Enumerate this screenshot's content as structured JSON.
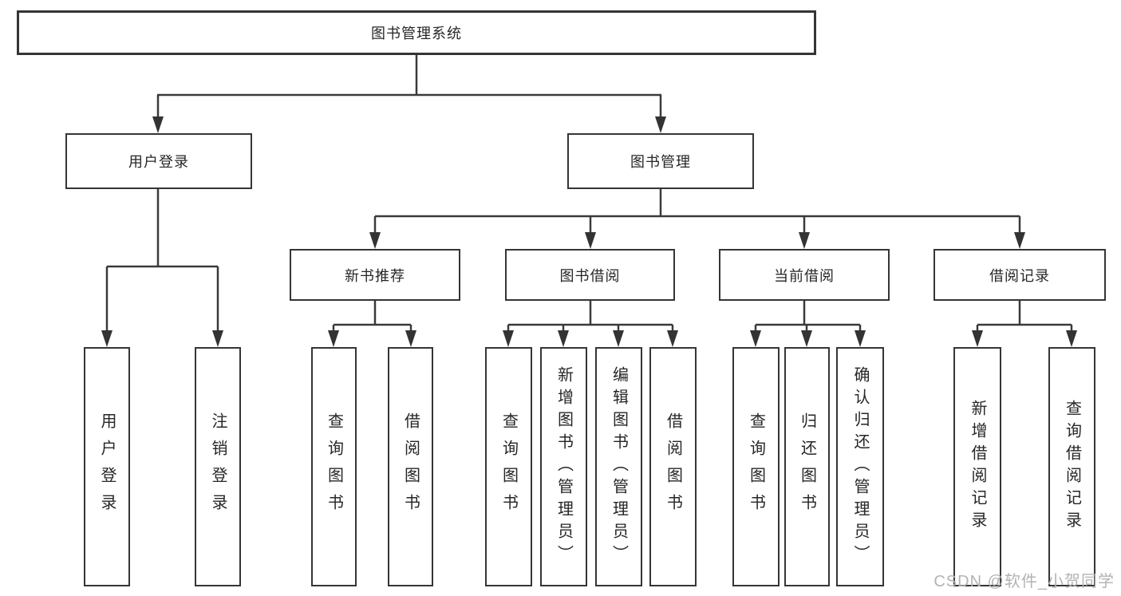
{
  "nodes": {
    "root": "图书管理系统",
    "user_login": "用户登录",
    "book_management": "图书管理",
    "new_book_recommend": "新书推荐",
    "book_borrowing": "图书借阅",
    "current_borrowing": "当前借阅",
    "borrowing_records": "借阅记录",
    "leaf_user_login": "用户登录",
    "leaf_logout": "注销登录",
    "leaf_recommend_query_books": "查询图书",
    "leaf_recommend_borrow_books": "借阅图书",
    "leaf_borrow_query_books": "查询图书",
    "leaf_borrow_add_books_admin": "新增图书（管理员）",
    "leaf_borrow_edit_books_admin": "编辑图书（管理员）",
    "leaf_borrow_borrow_books": "借阅图书",
    "leaf_current_query_books": "查询图书",
    "leaf_current_return_books": "归还图书",
    "leaf_current_confirm_return_admin": "确认归还（管理员）",
    "leaf_records_add_record": "新增借阅记录",
    "leaf_records_query_record": "查询借阅记录"
  },
  "hierarchy": {
    "图书管理系统": [
      "用户登录",
      "图书管理"
    ],
    "用户登录": [
      "用户登录",
      "注销登录"
    ],
    "图书管理": [
      "新书推荐",
      "图书借阅",
      "当前借阅",
      "借阅记录"
    ],
    "新书推荐": [
      "查询图书",
      "借阅图书"
    ],
    "图书借阅": [
      "查询图书",
      "新增图书（管理员）",
      "编辑图书（管理员）",
      "借阅图书"
    ],
    "当前借阅": [
      "查询图书",
      "归还图书",
      "确认归还（管理员）"
    ],
    "借阅记录": [
      "新增借阅记录",
      "查询借阅记录"
    ]
  },
  "watermark": "CSDN @软件_小贺同学",
  "colors": {
    "background": "#ffffff",
    "line": "#3a3a3a",
    "border": "#353535",
    "text": "#262626",
    "watermark": "#b3b3b3"
  }
}
